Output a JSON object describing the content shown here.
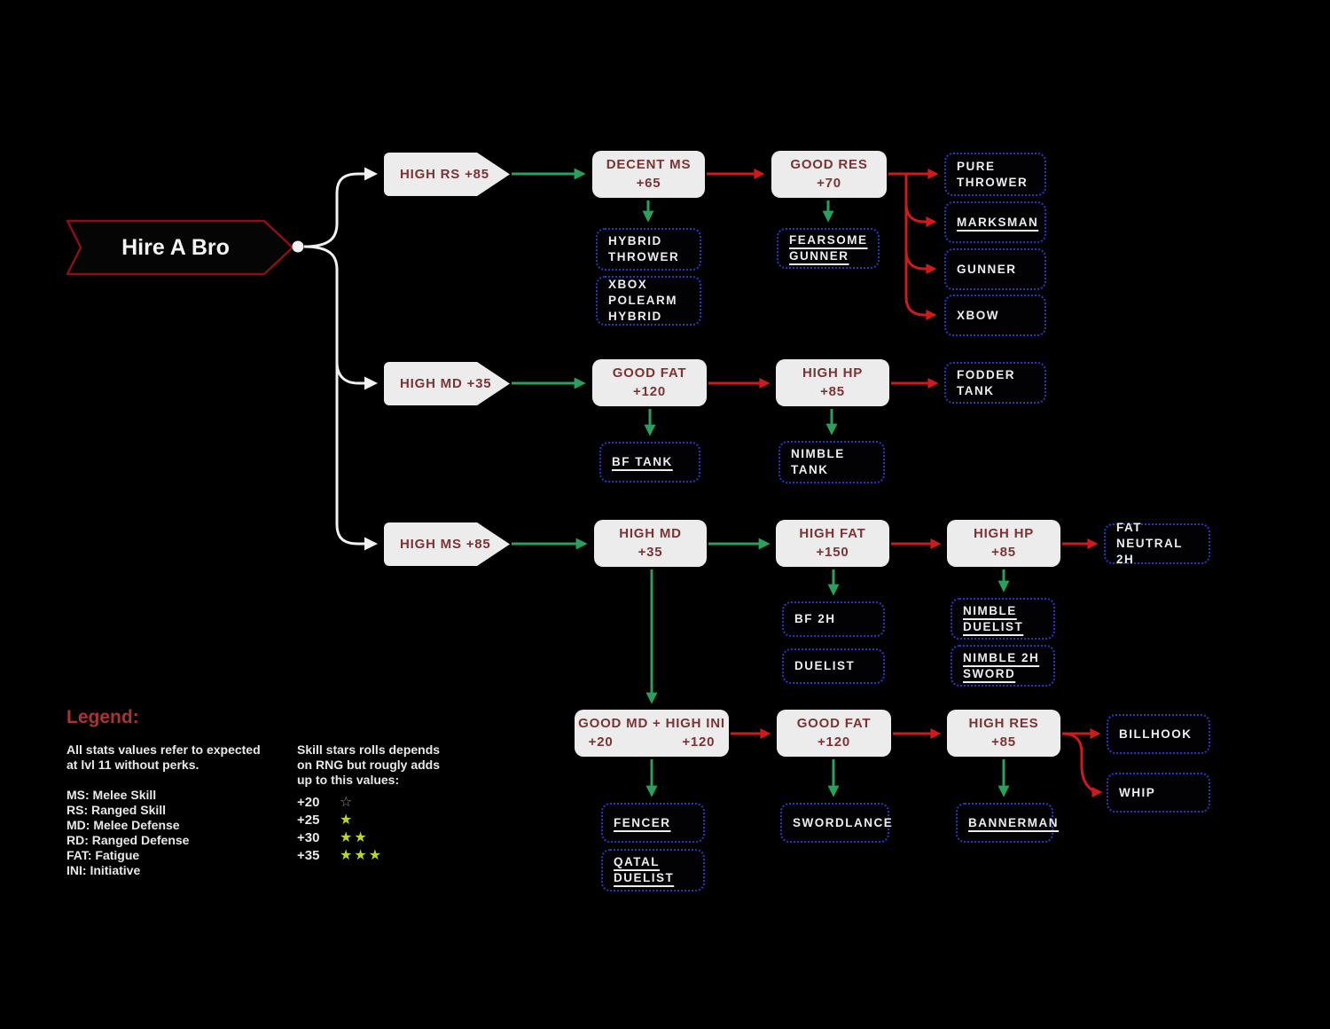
{
  "root": {
    "label": "Hire A Bro"
  },
  "nodes": {
    "high_rs": {
      "label": "HIGH RS +85"
    },
    "high_md_2": {
      "label": "HIGH MD +35"
    },
    "high_ms": {
      "label": "HIGH MS +85"
    },
    "decent_ms": {
      "title": "DECENT MS",
      "value": "+65"
    },
    "good_res": {
      "title": "GOOD RES",
      "value": "+70"
    },
    "good_fat_2": {
      "title": "GOOD FAT",
      "value": "+120"
    },
    "high_hp_2": {
      "title": "HIGH HP",
      "value": "+85"
    },
    "high_md_3": {
      "title": "HIGH MD",
      "value": "+35"
    },
    "high_fat_3": {
      "title": "HIGH FAT",
      "value": "+150"
    },
    "high_hp_3": {
      "title": "HIGH HP",
      "value": "+85"
    },
    "good_md_ini": {
      "title": "GOOD MD + HIGH INI",
      "value_left": "+20",
      "value_right": "+120"
    },
    "good_fat_4": {
      "title": "GOOD FAT",
      "value": "+120"
    },
    "high_res_4": {
      "title": "HIGH RES",
      "value": "+85"
    }
  },
  "outcomes": {
    "pure_thrower": {
      "label": "PURE\nTHROWER"
    },
    "marksman": {
      "label": "MARKSMAN"
    },
    "gunner": {
      "label": "GUNNER"
    },
    "xbow": {
      "label": "XBOW"
    },
    "hybrid_thrower": {
      "label": "HYBRID\nTHROWER"
    },
    "xbox_polearm_hybrid": {
      "label": "XBOX\nPOLEARM\nHYBRID"
    },
    "fearsome_gunner": {
      "label": "FEARSOME\nGUNNER"
    },
    "fodder_tank": {
      "label": "FODDER\nTANK"
    },
    "bf_tank": {
      "label": "BF TANK"
    },
    "nimble_tank": {
      "label": "NIMBLE\nTANK"
    },
    "fat_neutral_2h": {
      "label": "FAT NEUTRAL\n2H"
    },
    "bf_2h": {
      "label": "BF 2H"
    },
    "duelist": {
      "label": "DUELIST"
    },
    "nimble_duelist": {
      "label": "NIMBLE\nDUELIST"
    },
    "nimble_2h_sword": {
      "label": "NIMBLE 2H\nSWORD"
    },
    "billhook": {
      "label": "BILLHOOK"
    },
    "whip": {
      "label": "WHIP"
    },
    "fencer": {
      "label": "FENCER"
    },
    "qatal_duelist": {
      "label": "QATAL\nDUELIST"
    },
    "swordlance": {
      "label": "SWORDLANCE"
    },
    "bannerman": {
      "label": "BANNERMAN"
    }
  },
  "legend": {
    "heading": "Legend:",
    "note": "All stats values refer to expected\nat lvl 11 without perks.",
    "abbr": "MS: Melee Skill\nRS: Ranged Skill\nMD: Melee Defense\nRD: Ranged Defense\nFAT: Fatigue\nINI: Initiative",
    "stars_note": "Skill stars rolls depends\non RNG but rougly adds\nup to this values:",
    "star_rows": [
      {
        "value": "+20",
        "icon": "☆"
      },
      {
        "value": "+25",
        "icon": "★"
      },
      {
        "value": "+30",
        "icon": "★★"
      },
      {
        "value": "+35",
        "icon": "★★★"
      }
    ]
  },
  "colors": {
    "background": "#000000",
    "node_bg": "#edecec",
    "node_text": "#7b3434",
    "arrow_green": "#2aa05c",
    "arrow_red": "#ce1a1a",
    "connector_white": "#f2f2f2",
    "outcome_border": "#2b35c0",
    "outcome_text": "#ededed",
    "banner_border": "#8b1016",
    "legend_heading": "#a83434",
    "star_filled": "#bdd62c",
    "star_outline": "#a88f8f"
  }
}
